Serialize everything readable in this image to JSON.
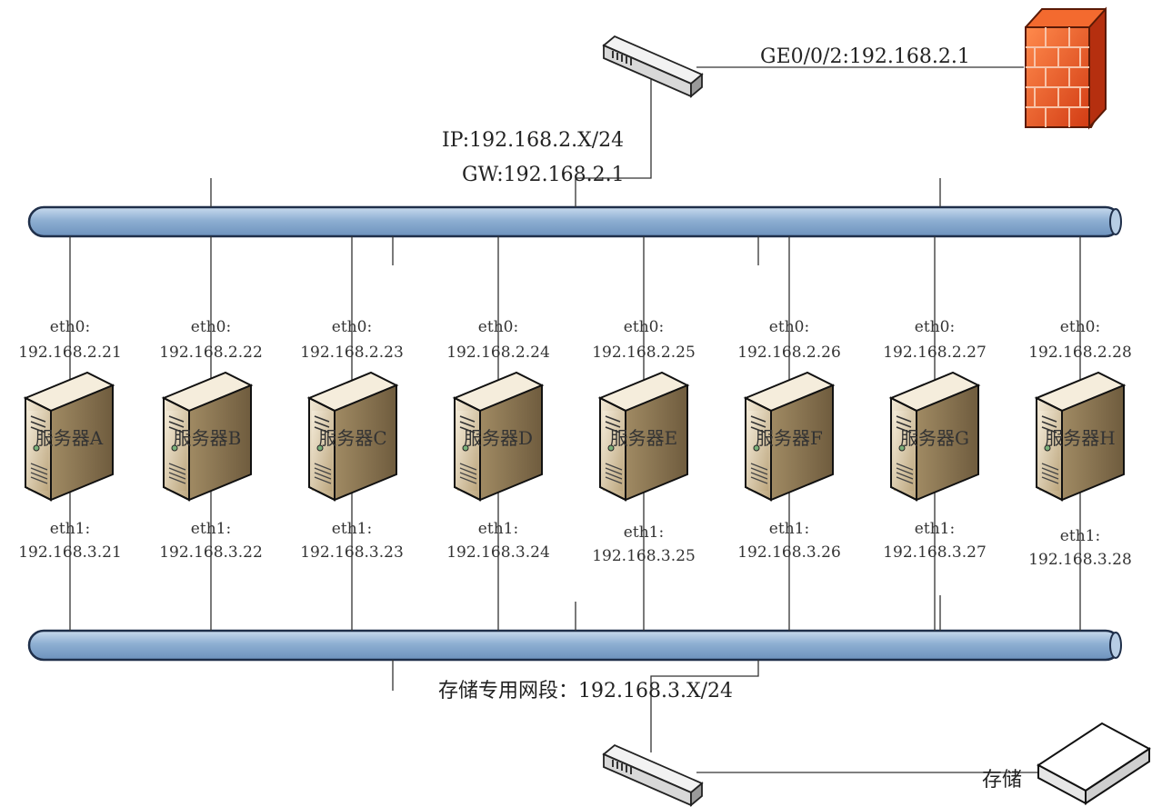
{
  "network": {
    "router_label": "GE0/0/2:192.168.2.1",
    "ip_label": "IP:192.168.2.X/24",
    "gw_label": "GW:192.168.2.1",
    "storage_segment_label": "存储专用网段：192.168.3.X/24",
    "storage_label": "存储"
  },
  "servers": [
    {
      "name": "服务器A",
      "eth0_label": "eth0:",
      "eth0_ip": "192.168.2.21",
      "eth1_label": "eth1:",
      "eth1_ip": "192.168.3.21"
    },
    {
      "name": "服务器B",
      "eth0_label": "eth0:",
      "eth0_ip": "192.168.2.22",
      "eth1_label": "eth1:",
      "eth1_ip": "192.168.3.22"
    },
    {
      "name": "服务器C",
      "eth0_label": "eth0:",
      "eth0_ip": "192.168.2.23",
      "eth1_label": "eth1:",
      "eth1_ip": "192.168.3.23"
    },
    {
      "name": "服务器D",
      "eth0_label": "eth0:",
      "eth0_ip": "192.168.2.24",
      "eth1_label": "eth1:",
      "eth1_ip": "192.168.3.24"
    },
    {
      "name": "服务器E",
      "eth0_label": "eth0:",
      "eth0_ip": "192.168.2.25",
      "eth1_label": "eth1:",
      "eth1_ip": "192.168.3.25"
    },
    {
      "name": "服务器F",
      "eth0_label": "eth0:",
      "eth0_ip": "192.168.2.26",
      "eth1_label": "eth1:",
      "eth1_ip": "192.168.3.26"
    },
    {
      "name": "服务器G",
      "eth0_label": "eth0:",
      "eth0_ip": "192.168.2.27",
      "eth1_label": "eth1:",
      "eth1_ip": "192.168.3.27"
    },
    {
      "name": "服务器H",
      "eth0_label": "eth0:",
      "eth0_ip": "192.168.2.28",
      "eth1_label": "eth1:",
      "eth1_ip": "192.168.3.28"
    }
  ],
  "colors": {
    "bus_fill": "#9dbbd8",
    "bus_stroke": "#1f2f4a",
    "firewall": "#e8542a",
    "server_body": "#d8c6a6",
    "server_dark": "#8e7a5a",
    "line": "#333333"
  }
}
